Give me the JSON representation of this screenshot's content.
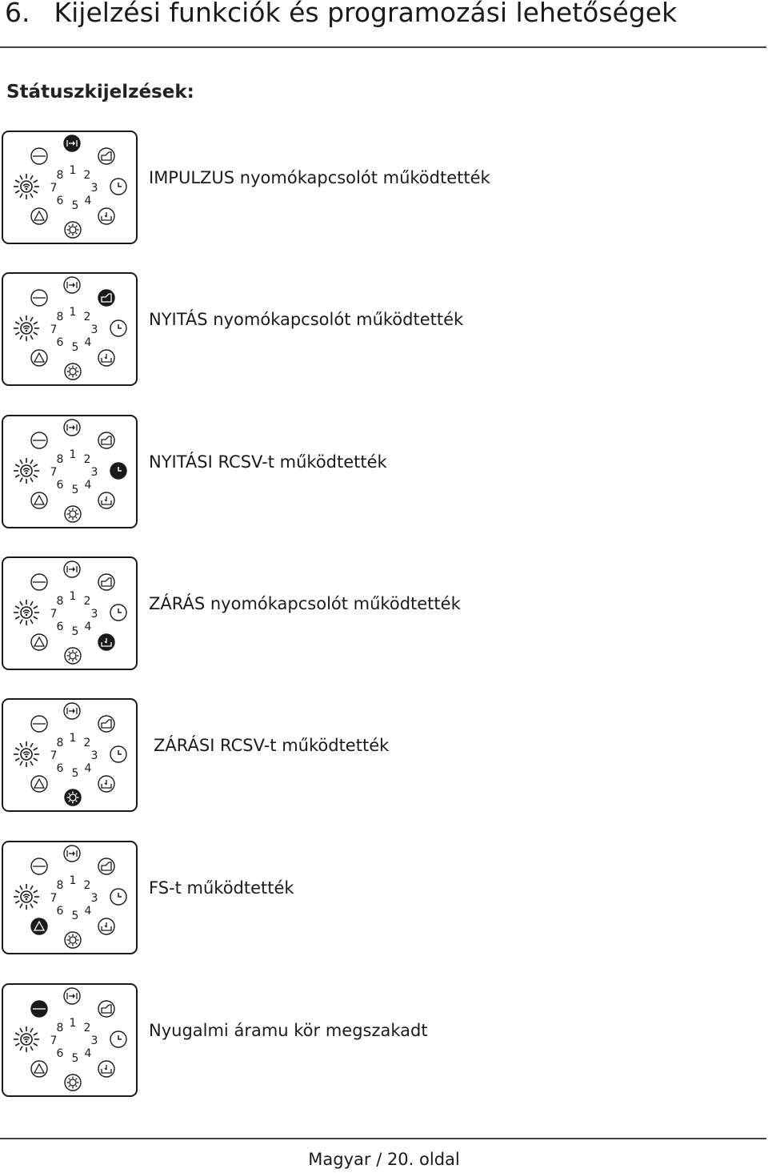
{
  "header": {
    "chapter": "6.",
    "title": "Kijelzési funkciók és programozási lehetőségek",
    "subtitle": "Státuszkijelzések:"
  },
  "panel_labels": {
    "digits": [
      "1",
      "2",
      "3",
      "4",
      "5",
      "6",
      "7",
      "8"
    ]
  },
  "icons": {
    "top": "impulse-icon",
    "top_right": "open-gate-icon",
    "right": "clock-icon",
    "bottom_right": "close-gate-icon",
    "bottom": "gear-sun-icon",
    "bottom_left": "triangle-icon",
    "left_top": "minus-circle-icon",
    "sun": "radio-sun-icon"
  },
  "statuses": [
    {
      "active": "top",
      "text": "IMPULZUS nyomókapcsolót működtették"
    },
    {
      "active": "top_right",
      "text": "NYITÁS nyomókapcsolót működtették"
    },
    {
      "active": "right",
      "text": "NYITÁSI RCSV-t működtették"
    },
    {
      "active": "bottom_right",
      "text": "ZÁRÁS nyomókapcsolót működtették"
    },
    {
      "active": "bottom",
      "text": "ZÁRÁSI RCSV-t működtették"
    },
    {
      "active": "bottom_left",
      "text": "FS-t működtették"
    },
    {
      "active": "left_top",
      "text": "Nyugalmi áramu kör megszakadt"
    }
  ],
  "footer": {
    "page": "Magyar / 20. oldal"
  }
}
